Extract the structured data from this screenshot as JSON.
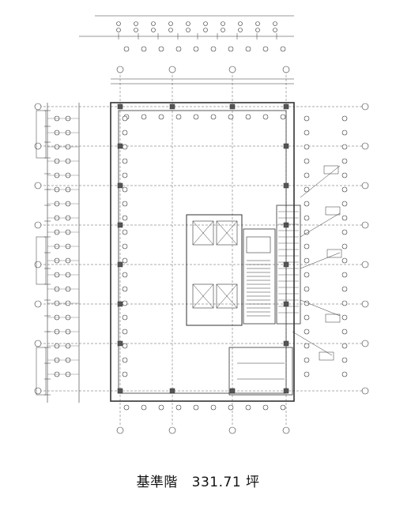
{
  "caption": {
    "floor_label": "基準階",
    "area_value": "331.71",
    "area_unit": "坪"
  }
}
